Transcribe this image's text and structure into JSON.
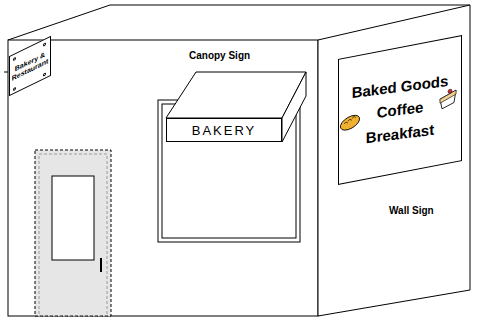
{
  "diagram": {
    "nodes": [
      {
        "text": [
          "Bakery & Restaurant"
        ]
      },
      {
        "text": [
          "BAKERY"
        ]
      },
      {
        "text": [
          "Baked Goods Coffee Breakfast"
        ]
      }
    ],
    "labels": [
      "Canopy Sign",
      "Wall Sign"
    ]
  }
}
